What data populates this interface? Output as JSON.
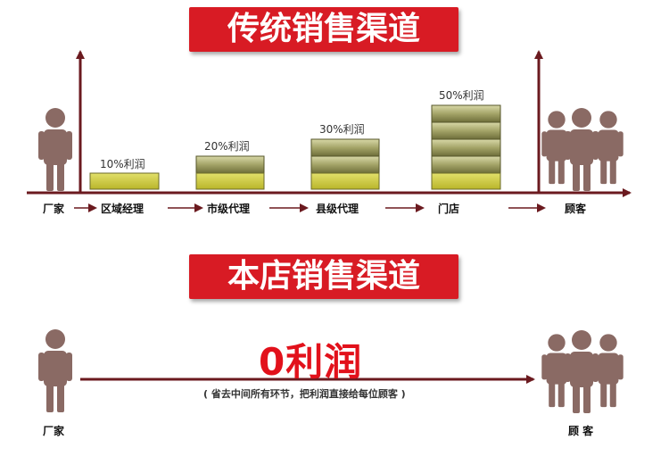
{
  "top": {
    "title": "传统销售渠道",
    "chain": [
      "厂家",
      "区域经理",
      "市级代理",
      "县级代理",
      "门店",
      "顾客"
    ],
    "stacks": [
      {
        "label": "10%利润",
        "layers": 1
      },
      {
        "label": "20%利润",
        "layers": 2
      },
      {
        "label": "30%利润",
        "layers": 3
      },
      {
        "label": "50%利润",
        "layers": 5
      }
    ]
  },
  "bottom": {
    "title": "本店销售渠道",
    "profit": "0利润",
    "note": "( 省去中间所有环节，把利润直接给每位顾客 )",
    "from": "厂家",
    "to": "顾 客"
  },
  "colors": {
    "banner": "#d81b24",
    "arrow": "#6b1a1f",
    "figure": "#8a6a64",
    "profit_text": "#e2111b"
  }
}
